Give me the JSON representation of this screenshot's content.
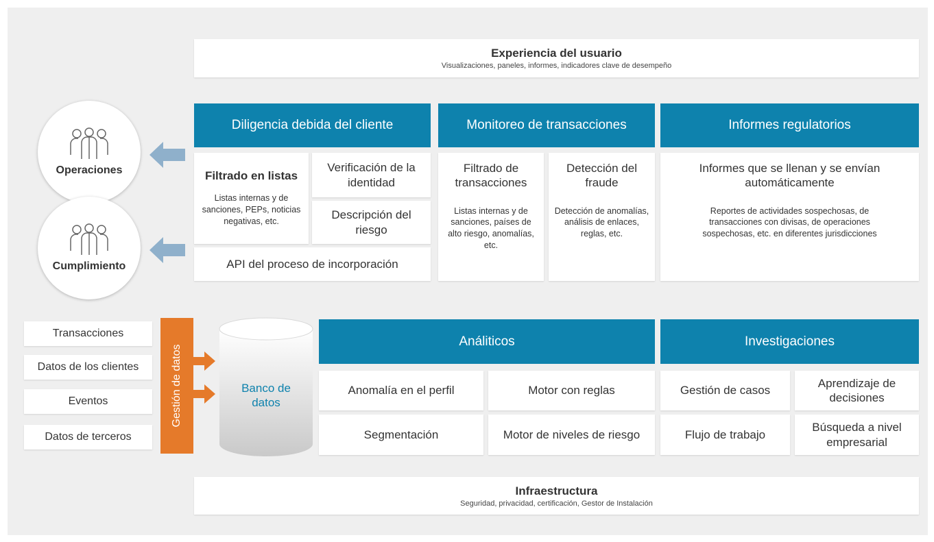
{
  "colors": {
    "header_blue": "#0e82ad",
    "orange": "#e57a2a",
    "arrow_blue": "#8fb0cb",
    "background": "#efefef"
  },
  "top": {
    "title": "Experiencia del usuario",
    "subtitle": "Visualizaciones, paneles, informes, indicadores clave de desempeño"
  },
  "roles": [
    {
      "label": "Operaciones",
      "icon": "people-group-icon"
    },
    {
      "label": "Cumplimiento",
      "icon": "people-group-icon"
    }
  ],
  "cdd": {
    "header": "Diligencia debida del cliente",
    "list_title": "Filtrado en listas",
    "list_desc": "Listas internas y de sanciones, PEPs, noticias negativas, etc.",
    "identity": "Verificación de la identidad",
    "risk": "Descripción del riesgo",
    "api": "API del proceso de incorporación"
  },
  "tm": {
    "header": "Monitoreo de transacciones",
    "filter_title": "Filtrado de transacciones",
    "filter_desc": "Listas internas y de sanciones, países de alto riesgo, anomalías, etc.",
    "fraud_title": "Detección del fraude",
    "fraud_desc": "Detección de anomalías, análisis de enlaces, reglas, etc."
  },
  "reg": {
    "header": "Informes regulatorios",
    "title": "Informes que se llenan y se envían automáticamente",
    "desc": "Reportes de actividades sospechosas, de transacciones con divisas, de operaciones sospechosas, etc. en diferentes jurisdicciones"
  },
  "sources": [
    "Transacciones",
    "Datos de los clientes",
    "Eventos",
    "Datos de terceros"
  ],
  "data_mgmt": "Gestión de datos",
  "database": "Banco de datos",
  "analytics": {
    "header": "Análiticos",
    "items": [
      "Anomalía en el perfil",
      "Motor con reglas",
      "Segmentación",
      "Motor de niveles de riesgo"
    ]
  },
  "investigations": {
    "header": "Investigaciones",
    "items": [
      "Gestión de casos",
      "Aprendizaje de decisiones",
      "Flujo de trabajo",
      "Búsqueda a nivel empresarial"
    ]
  },
  "bottom": {
    "title": "Infraestructura",
    "subtitle": "Seguridad, privacidad, certificación, Gestor de Instalación"
  }
}
